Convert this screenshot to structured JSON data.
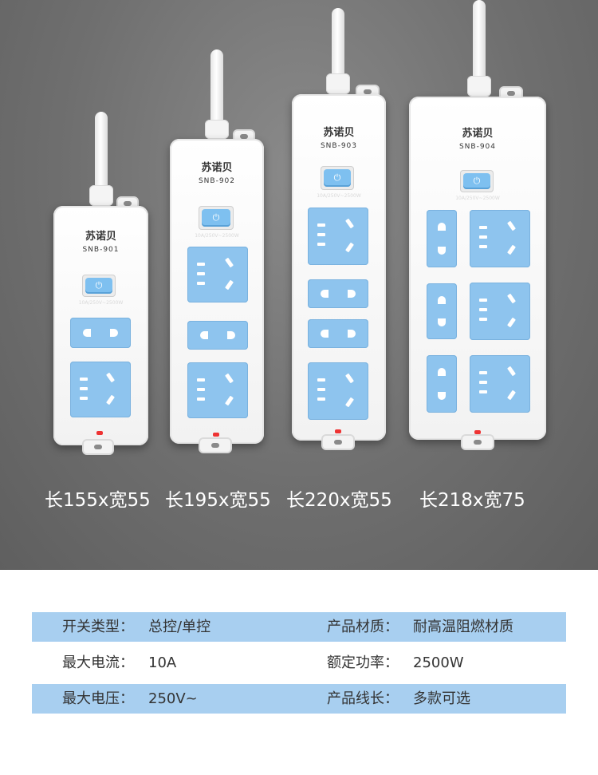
{
  "products": [
    {
      "brand": "苏诺贝",
      "model": "SNB-901",
      "rating": "10A/250V~2500W",
      "size": "长155x宽55"
    },
    {
      "brand": "苏诺贝",
      "model": "SNB-902",
      "rating": "10A/250V~2500W",
      "size": "长195x宽55"
    },
    {
      "brand": "苏诺贝",
      "model": "SNB-903",
      "rating": "10A/250V~2500W",
      "size": "长220x宽55"
    },
    {
      "brand": "苏诺贝",
      "model": "SNB-904",
      "rating": "10A/250V~2500W",
      "size": "长218x宽75"
    }
  ],
  "specs": {
    "rows": [
      {
        "left_label": "开关类型：",
        "left_value": "总控/单控",
        "right_label": "产品材质：",
        "right_value": "耐高温阻燃材质"
      },
      {
        "left_label": "最大电流：",
        "left_value": "10A",
        "right_label": "额定功率：",
        "right_value": "2500W"
      },
      {
        "left_label": "最大电压：",
        "left_value": "250V~",
        "right_label": "产品线长：",
        "right_value": "多款可选"
      }
    ]
  },
  "colors": {
    "stripe": "#a8cff0",
    "socket": "#8ec4ee",
    "background": "#6f6f6f"
  }
}
